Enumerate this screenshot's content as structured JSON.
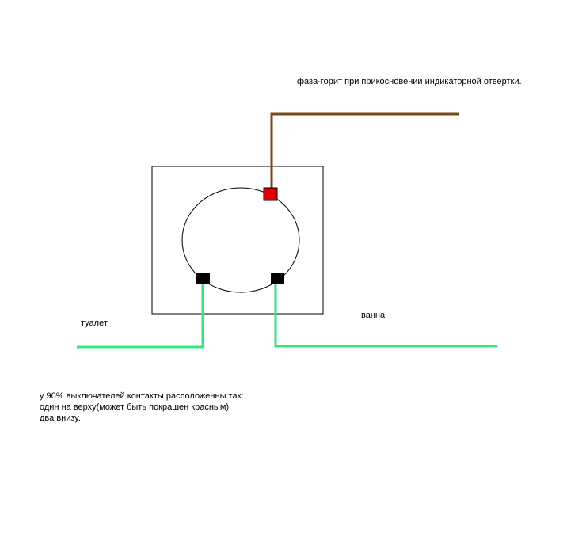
{
  "labels": {
    "phase": "фаза-горит при прикосновении индикаторной отвертки.",
    "toilet": "туалет",
    "bath": "ванна",
    "note_line1": "у 90% выключателей контакты расположенны так:",
    "note_line2": "один на верху(может быть покрашен красным)",
    "note_line3": "два внизу."
  },
  "colors": {
    "background": "#ffffff",
    "outline": "#000000",
    "phase_wire": "#7a4a14",
    "load_wire": "#33e680",
    "phase_contact": "#e00000",
    "bottom_contact": "#000000"
  }
}
